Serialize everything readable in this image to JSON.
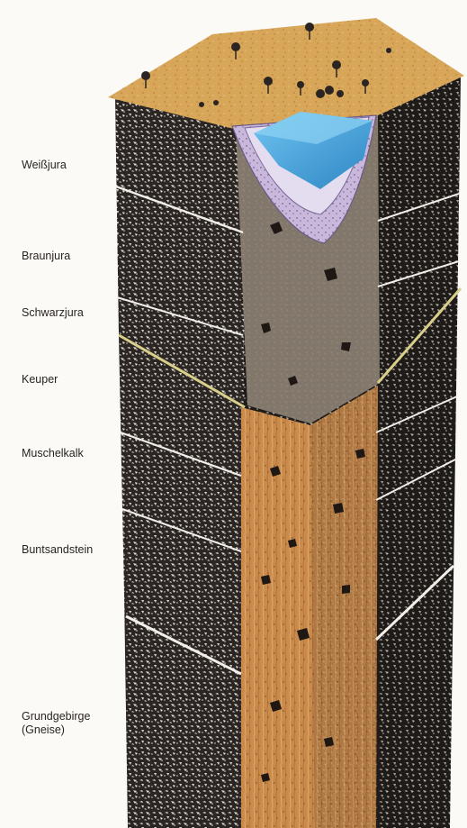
{
  "labels": {
    "weissjura": "Weißjura",
    "braunjura": "Braunjura",
    "schwarzjura": "Schwarzjura",
    "keuper": "Keuper",
    "muschelkalk": "Muschelkalk",
    "buntsandstein": "Buntsandstein",
    "grundgebirge": "Grundgebirge\n(Gneise)"
  },
  "colors": {
    "background": "#fbfaf6",
    "rock_dark": "#2b2623",
    "rock_speckle": "#e8e4dc",
    "surface": "#d8a659",
    "water": "#3f9fd8",
    "clay": "#c9b8dc",
    "column_fill": "#c98a4a",
    "seam": "#f2efe8",
    "keuper_seam": "#d8cf8a"
  }
}
